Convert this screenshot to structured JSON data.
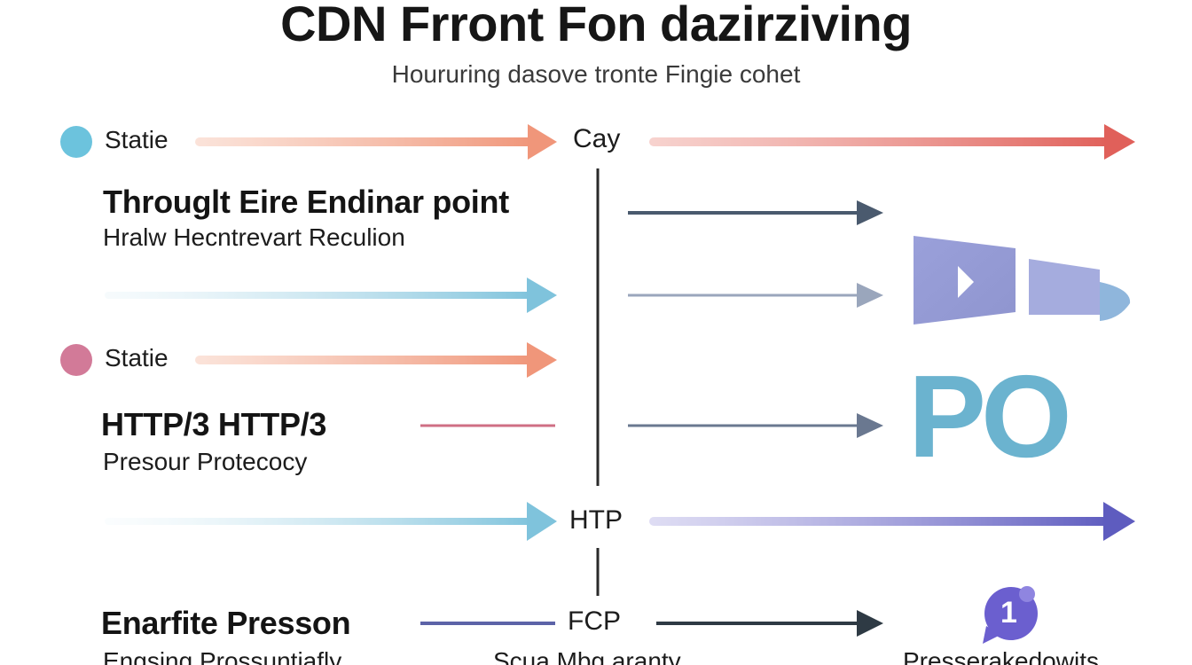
{
  "title": "CDN Frront Fon dazirziving",
  "subtitle": "Houruring dasove tronte Fingie cohet",
  "rows": {
    "r1_label": "Statie",
    "r2_title": "Througlt Eire Endinar point",
    "r2_sub": "Hralw Hecntrevart Reculion",
    "r4_label": "Statie",
    "r5_title": "HTTP/3 HTTP/3",
    "r5_sub": "Presour Protecocy",
    "r7_title": "Enarfite Presson",
    "r7_sub": "Engsing Prossuntiafly"
  },
  "center": {
    "top_label": "Cay",
    "mid_label": "HTP",
    "bottom_label": "FCP",
    "bottom_sub": "Scua Mbg aranty"
  },
  "right": {
    "logo_text": "PO",
    "badge_number": "1",
    "badge_caption": "Presserakedowits"
  },
  "colors": {
    "dot_top": "#6cc3dd",
    "dot_mid": "#d27a98",
    "peach": "#f0967a",
    "coral": "#e0605a",
    "slate": "#4a5a6e",
    "sky": "#7fc3dc",
    "lavender": "#8f95cf",
    "indigo": "#5e5cbf",
    "logo_blue": "#6bb3cf",
    "badge_purple": "#6b5fcf"
  },
  "icons": {
    "play_shape": "play-icon",
    "badge": "chat-badge-icon"
  }
}
